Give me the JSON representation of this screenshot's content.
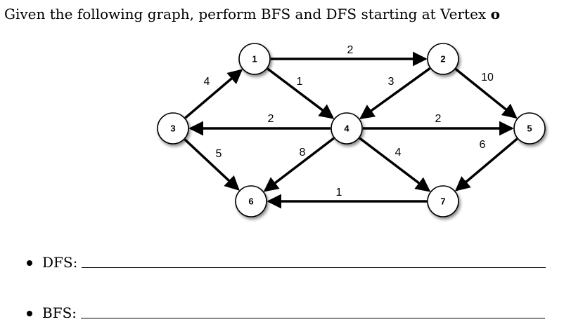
{
  "question": {
    "prefix": "Given the following graph, perform BFS and DFS starting at Vertex ",
    "vertex": "o"
  },
  "graph": {
    "nodes": [
      {
        "id": "1",
        "label": "1"
      },
      {
        "id": "2",
        "label": "2"
      },
      {
        "id": "3",
        "label": "3"
      },
      {
        "id": "4",
        "label": "4"
      },
      {
        "id": "5",
        "label": "5"
      },
      {
        "id": "6",
        "label": "6"
      },
      {
        "id": "7",
        "label": "7"
      }
    ],
    "edges": [
      {
        "from": "1",
        "to": "2",
        "weight": "2"
      },
      {
        "from": "1",
        "to": "4",
        "weight": "1"
      },
      {
        "from": "2",
        "to": "4",
        "weight": "3"
      },
      {
        "from": "2",
        "to": "5",
        "weight": "10"
      },
      {
        "from": "3",
        "to": "1",
        "weight": "4"
      },
      {
        "from": "4",
        "to": "3",
        "weight": "2"
      },
      {
        "from": "3",
        "to": "6",
        "weight": "5"
      },
      {
        "from": "4",
        "to": "5",
        "weight": "2"
      },
      {
        "from": "4",
        "to": "6",
        "weight": "8"
      },
      {
        "from": "4",
        "to": "7",
        "weight": "4"
      },
      {
        "from": "5",
        "to": "7",
        "weight": "6"
      },
      {
        "from": "7",
        "to": "6",
        "weight": "1"
      }
    ]
  },
  "answers": {
    "dfs_label": "DFS:",
    "bfs_label": "BFS:"
  }
}
